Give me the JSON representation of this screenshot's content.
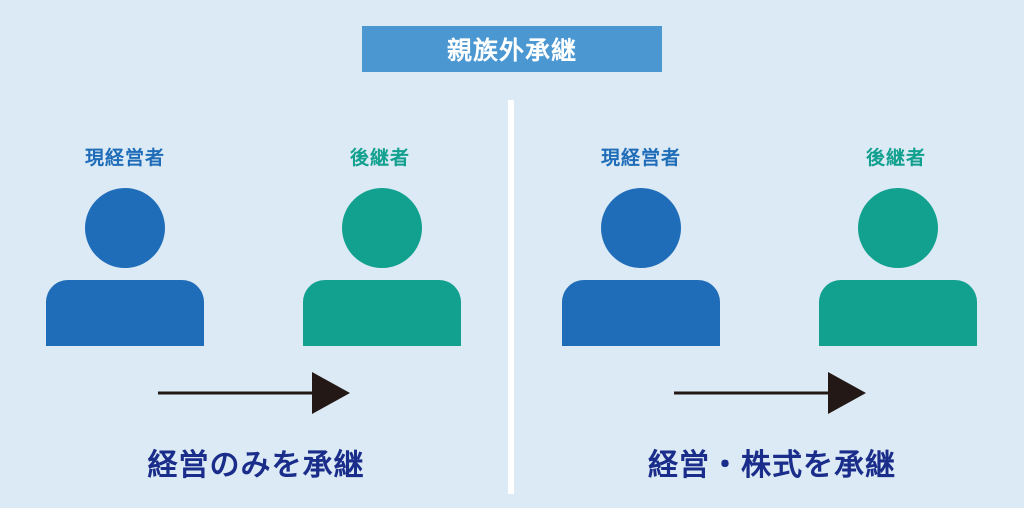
{
  "title": "親族外承継",
  "colors": {
    "background": "#dbeaf5",
    "title_bg": "#4a97d2",
    "current_owner": "#1f6db8",
    "successor": "#12a08f",
    "caption": "#1a2d8a",
    "arrow": "#231815"
  },
  "panels": [
    {
      "current_label": "現経営者",
      "successor_label": "後継者",
      "caption": "経営のみを承継"
    },
    {
      "current_label": "現経営者",
      "successor_label": "後継者",
      "caption": "経営・株式を承継"
    }
  ],
  "icons": {
    "person": "person-icon",
    "arrow": "arrow-right-icon"
  }
}
